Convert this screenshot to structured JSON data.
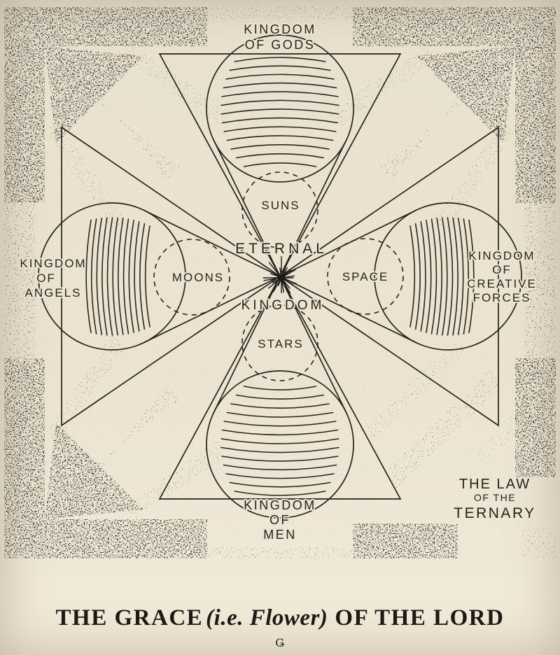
{
  "plate": {
    "colors": {
      "paper": "#ece4d1",
      "ink": "#26231e",
      "stipple": "#45403a"
    },
    "kingdoms": {
      "top": [
        "KINGDOM",
        "OF GODS"
      ],
      "left": [
        "KINGDOM",
        "OF",
        "ANGELS"
      ],
      "right": [
        "KINGDOM",
        "OF",
        "CREATIVE",
        "FORCES"
      ],
      "bottom": [
        "KINGDOM",
        "OF",
        "MEN"
      ]
    },
    "center": {
      "line1": "ETERNAL",
      "line2": "KINGDOM"
    },
    "spheres": {
      "top": "SUNS",
      "left": "MOONS",
      "right": "SPACE",
      "bottom": "STARS"
    },
    "law_note": {
      "line1": "THE LAW",
      "line2": "OF THE",
      "line3": "TERNARY"
    },
    "caption": {
      "lead": "THE GRACE",
      "parenthetical": "(i.e. Flower)",
      "tail": "OF THE LORD"
    },
    "printers_mark": "Ǥ"
  }
}
